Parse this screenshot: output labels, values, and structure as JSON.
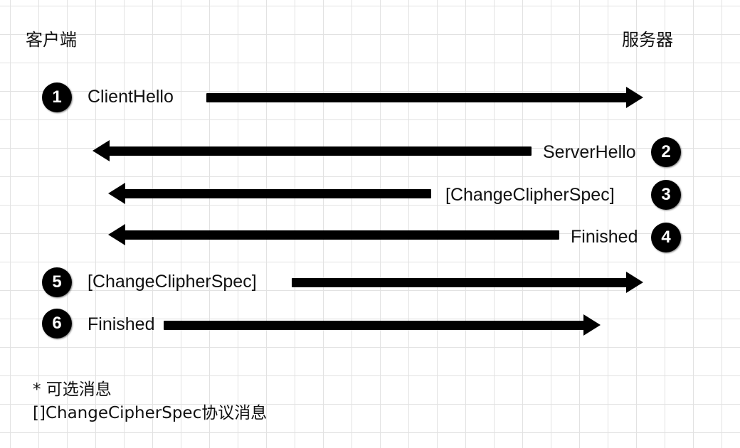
{
  "client_label": "客户端",
  "server_label": "服务器",
  "messages": [
    {
      "step": "1",
      "label": "ClientHello"
    },
    {
      "step": "2",
      "label": "ServerHello"
    },
    {
      "step": "3",
      "label": "[ChangeClipherSpec]"
    },
    {
      "step": "4",
      "label": "Finished"
    },
    {
      "step": "5",
      "label": "[ChangeClipherSpec]"
    },
    {
      "step": "6",
      "label": "Finished"
    }
  ],
  "notes": {
    "optional": "* 可选消息",
    "bracket": "[]ChangeCipherSpec协议消息"
  }
}
